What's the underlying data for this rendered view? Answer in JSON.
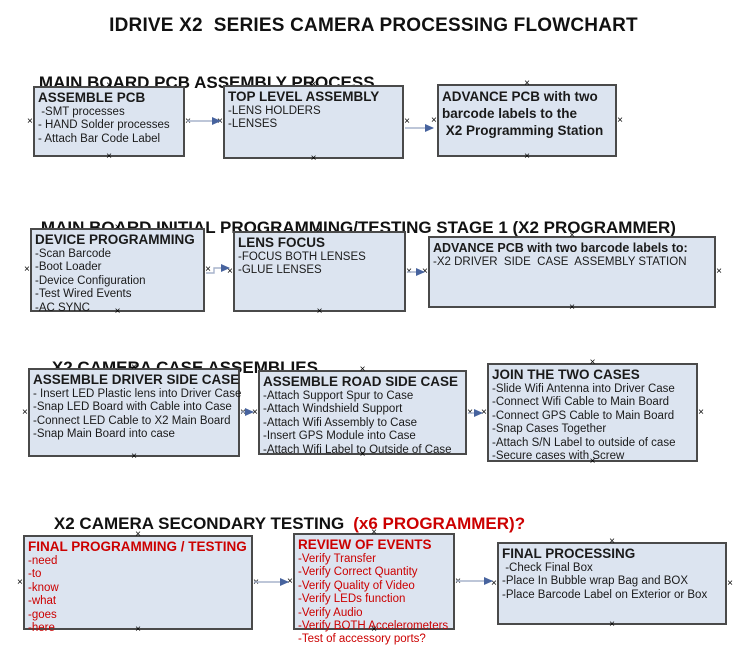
{
  "title": "IDRIVE X2  SERIES CAMERA PROCESSING FLOWCHART",
  "colors": {
    "box_fill": "#dce4f0",
    "box_border": "#4a4a4a",
    "arrow_line": "#a7b3cc",
    "arrow_head": "#47639e",
    "red_text": "#cc0000",
    "black_text": "#111111"
  },
  "sections": [
    {
      "header": "MAIN BOARD PCB ASSEMBLY PROCESS",
      "boxes": [
        {
          "title": "ASSEMBLE PCB",
          "lines": [
            " -SMT processes",
            "- HAND Solder processes",
            "- Attach Bar Code Label"
          ]
        },
        {
          "title": "TOP LEVEL ASSEMBLY",
          "lines": [
            "-LENS HOLDERS",
            "-LENSES"
          ]
        },
        {
          "title": "",
          "lines": [
            "ADVANCE PCB with two",
            "barcode labels to the",
            " X2 Programming Station"
          ]
        }
      ]
    },
    {
      "header": "MAIN BOARD INITIAL PROGRAMMING/TESTING STAGE 1 (X2 PROGRAMMER)",
      "boxes": [
        {
          "title": "DEVICE PROGRAMMING",
          "lines": [
            "-Scan Barcode",
            "-Boot Loader",
            "-Device Configuration",
            "-Test Wired Events",
            "-AC SYNC"
          ]
        },
        {
          "title": "LENS FOCUS",
          "lines": [
            "-FOCUS BOTH LENSES",
            "-GLUE LENSES"
          ]
        },
        {
          "title": "ADVANCE PCB with two barcode labels to:",
          "lines": [
            "-X2 DRIVER  SIDE  CASE  ASSEMBLY STATION"
          ]
        }
      ]
    },
    {
      "header": "X2 CAMERA CASE ASSEMBLIES",
      "boxes": [
        {
          "title": "ASSEMBLE DRIVER SIDE CASE",
          "lines": [
            "- Insert LED Plastic lens into Driver Case",
            "-Snap LED Board with Cable into Case",
            "-Connect LED Cable to X2 Main Board",
            "-Snap Main Board into case"
          ]
        },
        {
          "title": "ASSEMBLE ROAD SIDE CASE",
          "lines": [
            "-Attach Support Spur to Case",
            "-Attach Windshield Support",
            "-Attach Wifi Assembly to Case",
            "-Insert GPS Module into Case",
            "-Attach Wifi Label to Outside of Case"
          ]
        },
        {
          "title": "JOIN THE TWO CASES",
          "lines": [
            "-Slide Wifi Antenna into Driver Case",
            "-Connect Wifi Cable to Main Board",
            "-Connect GPS Cable to Main Board",
            "-Snap Cases Together",
            "-Attach S/N Label to outside of case",
            "-Secure cases with Screw"
          ]
        }
      ]
    },
    {
      "header": "X2 CAMERA SECONDARY TESTING",
      "header_suffix": "(x6 PROGRAMMER)?",
      "boxes": [
        {
          "title": "FINAL PROGRAMMING / TESTING",
          "lines": [
            "-need",
            "-to",
            "-know",
            "-what",
            "-goes",
            "-here"
          ]
        },
        {
          "title": "REVIEW OF EVENTS",
          "lines": [
            "-Verify Transfer",
            "-Verify Correct Quantity",
            "-Verify Quality of Video",
            "-Verify LEDs function",
            "-Verify Audio",
            "-Verify BOTH Accelerometers",
            "-Test of accessory ports?"
          ]
        },
        {
          "title": "FINAL PROCESSING",
          "lines": [
            " -Check Final Box",
            "-Place In Bubble wrap Bag and BOX",
            "-Place Barcode Label on Exterior or Box"
          ]
        }
      ]
    }
  ]
}
